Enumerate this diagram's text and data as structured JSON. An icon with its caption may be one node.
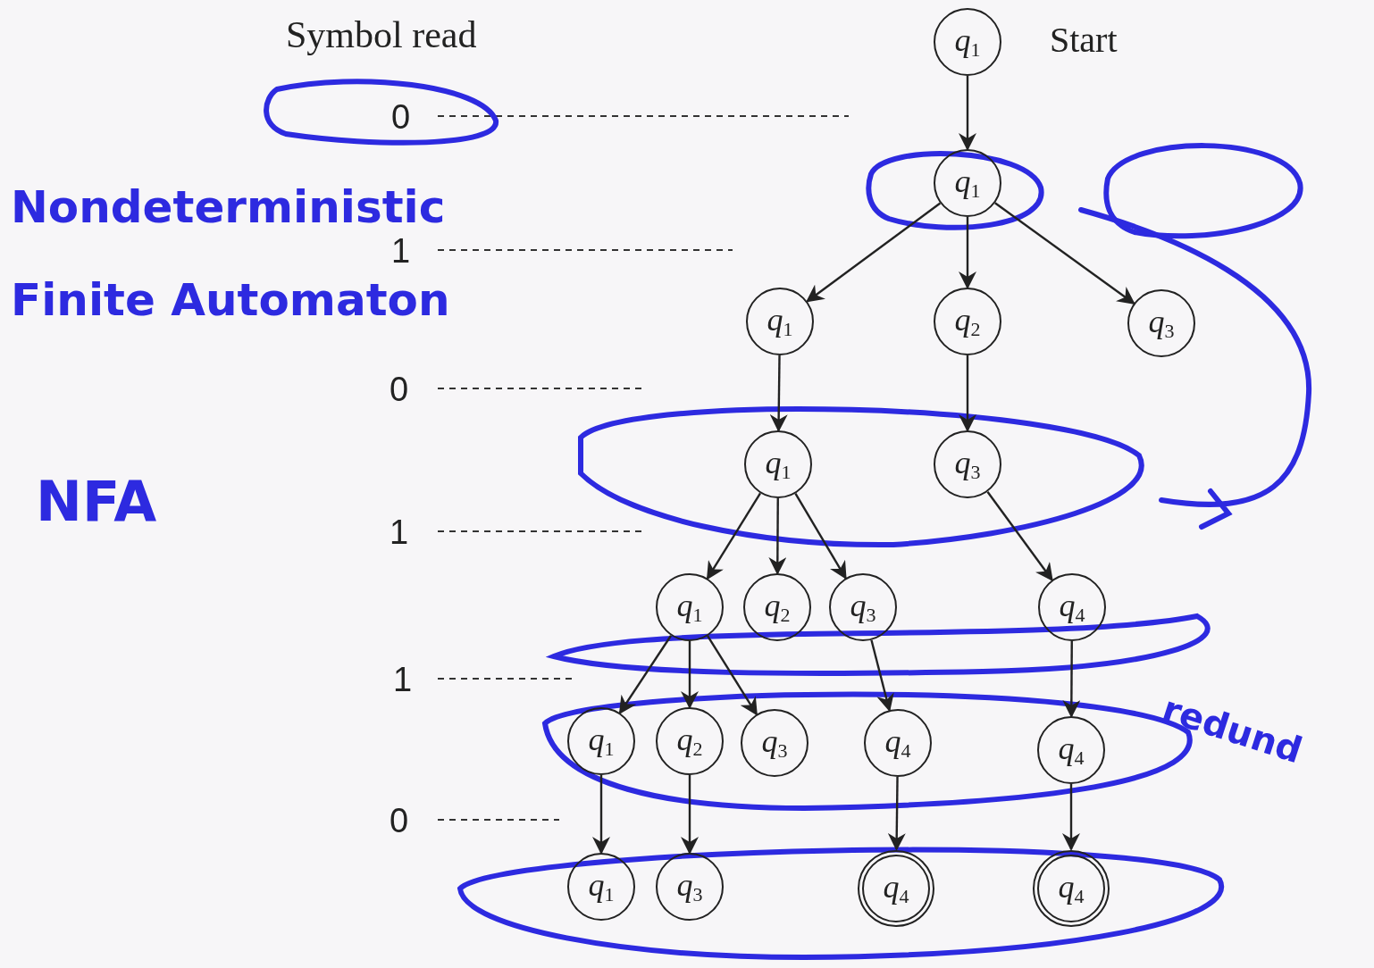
{
  "diagram": {
    "nodes": [
      {
        "text": [
          "q$_{1}$"
        ],
        "beside": [
          "Start"
        ]
      },
      {
        "text": [
          "q$_{1}$"
        ]
      },
      {
        "text": [
          "q$_{1}$"
        ]
      },
      {
        "text": [
          "q$_{2}$"
        ]
      },
      {
        "text": [
          "q$_{3}$"
        ]
      },
      {
        "text": [
          "q$_{1}$"
        ]
      },
      {
        "text": [
          "q$_{3}$"
        ]
      },
      {
        "text": [
          "q$_{1}$"
        ]
      },
      {
        "text": [
          "q$_{2}$"
        ]
      },
      {
        "text": [
          "q$_{3}$"
        ]
      },
      {
        "text": [
          "q$_{4}$"
        ]
      },
      {
        "text": [
          "q$_{1}$"
        ]
      },
      {
        "text": [
          "q$_{2}$"
        ]
      },
      {
        "text": [
          "q$_{3}$"
        ]
      },
      {
        "text": [
          "q$_{4}$"
        ]
      },
      {
        "text": [
          "q$_{4}$"
        ]
      },
      {
        "text": [
          "q$_{1}$"
        ]
      },
      {
        "text": [
          "q$_{3}$"
        ]
      },
      {
        "text": [
          "q$_{4}$"
        ]
      },
      {
        "text": [
          "q$_{4}$"
        ]
      }
    ],
    "edges": [
      {
        "from": 0,
        "to": 1,
        "arrow": "to"
      },
      {
        "from": 1,
        "to": 2,
        "arrow": "to"
      },
      {
        "from": 1,
        "to": 3,
        "arrow": "to"
      },
      {
        "from": 1,
        "to": 4,
        "arrow": "to"
      },
      {
        "from": 2,
        "to": 5,
        "arrow": "to"
      },
      {
        "from": 3,
        "to": 6,
        "arrow": "to"
      },
      {
        "from": 5,
        "to": 7,
        "arrow": "to"
      },
      {
        "from": 5,
        "to": 8,
        "arrow": "to"
      },
      {
        "from": 5,
        "to": 9,
        "arrow": "to"
      },
      {
        "from": 6,
        "to": 10,
        "arrow": "to"
      },
      {
        "from": 7,
        "to": 11,
        "arrow": "to"
      },
      {
        "from": 7,
        "to": 12,
        "arrow": "to"
      },
      {
        "from": 7,
        "to": 13,
        "arrow": "to"
      },
      {
        "from": 9,
        "to": 14,
        "arrow": "to"
      },
      {
        "from": 10,
        "to": 15,
        "arrow": "to"
      },
      {
        "from": 11,
        "to": 16,
        "arrow": "to"
      },
      {
        "from": 12,
        "to": 17,
        "arrow": "to"
      },
      {
        "from": 14,
        "to": 18,
        "arrow": "to"
      },
      {
        "from": 15,
        "to": 19,
        "arrow": "to"
      }
    ],
    "labels": [
      "Symbol read",
      "0",
      "1",
      "0",
      "1",
      "1",
      "0",
      "Nondeterministic Finite Automaton",
      "NFA",
      "redund"
    ]
  }
}
